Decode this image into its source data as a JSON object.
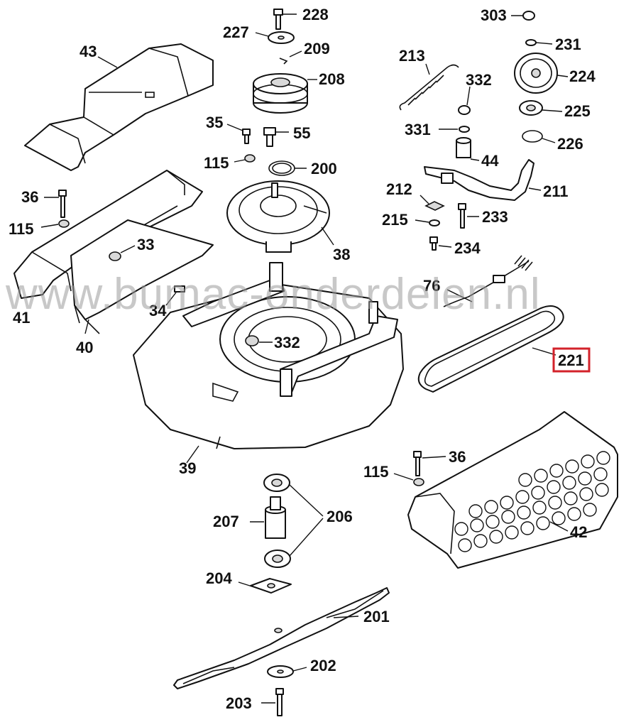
{
  "diagram": {
    "watermark": "www.bumac-onderdelen.nl",
    "highlight_color": "#d3222a",
    "highlighted_part": "221",
    "callouts": {
      "p228": "228",
      "p227": "227",
      "p209": "209",
      "p208": "208",
      "p43": "43",
      "p35": "35",
      "p55": "55",
      "p115a": "115",
      "p200": "200",
      "p36a": "36",
      "p115b": "115",
      "p33": "33",
      "p38": "38",
      "p41": "41",
      "p34": "34",
      "p40": "40",
      "p332a": "332",
      "p39": "39",
      "p303": "303",
      "p231": "231",
      "p213": "213",
      "p224": "224",
      "p332b": "332",
      "p225": "225",
      "p331": "331",
      "p226": "226",
      "p44": "44",
      "p212": "212",
      "p211": "211",
      "p215": "215",
      "p233": "233",
      "p234": "234",
      "p76": "76",
      "p221": "221",
      "p36b": "36",
      "p115c": "115",
      "p42": "42",
      "p206": "206",
      "p207": "207",
      "p204": "204",
      "p201": "201",
      "p202": "202",
      "p203": "203"
    }
  }
}
